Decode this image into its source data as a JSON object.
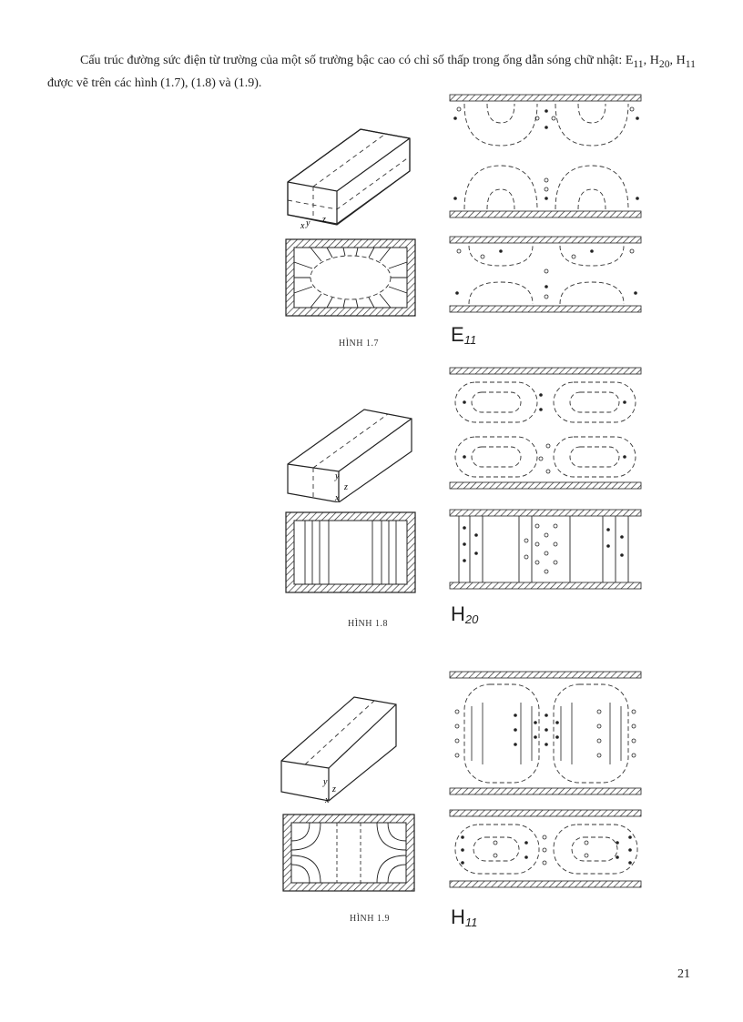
{
  "paragraph": {
    "part1": "Cấu trúc đường sức điện từ trường của một số trường bậc cao có chỉ số thấp trong ống dẫn sóng chữ nhật: E",
    "sub1": "11",
    "part2": ", H",
    "sub2": "20",
    "part3": ", H",
    "sub3": "11",
    "part4": " được vẽ trên các hình (1.7), (1.8) và (1.9)."
  },
  "figures": [
    {
      "caption": "HÌNH 1.7",
      "mode": "E",
      "mode_sub": "11"
    },
    {
      "caption": "HÌNH 1.8",
      "mode": "H",
      "mode_sub": "20"
    },
    {
      "caption": "HÌNH 1.9",
      "mode": "H",
      "mode_sub": "11"
    }
  ],
  "axis_labels": {
    "x": "x",
    "y": "y",
    "z": "z"
  },
  "page_number": "21"
}
